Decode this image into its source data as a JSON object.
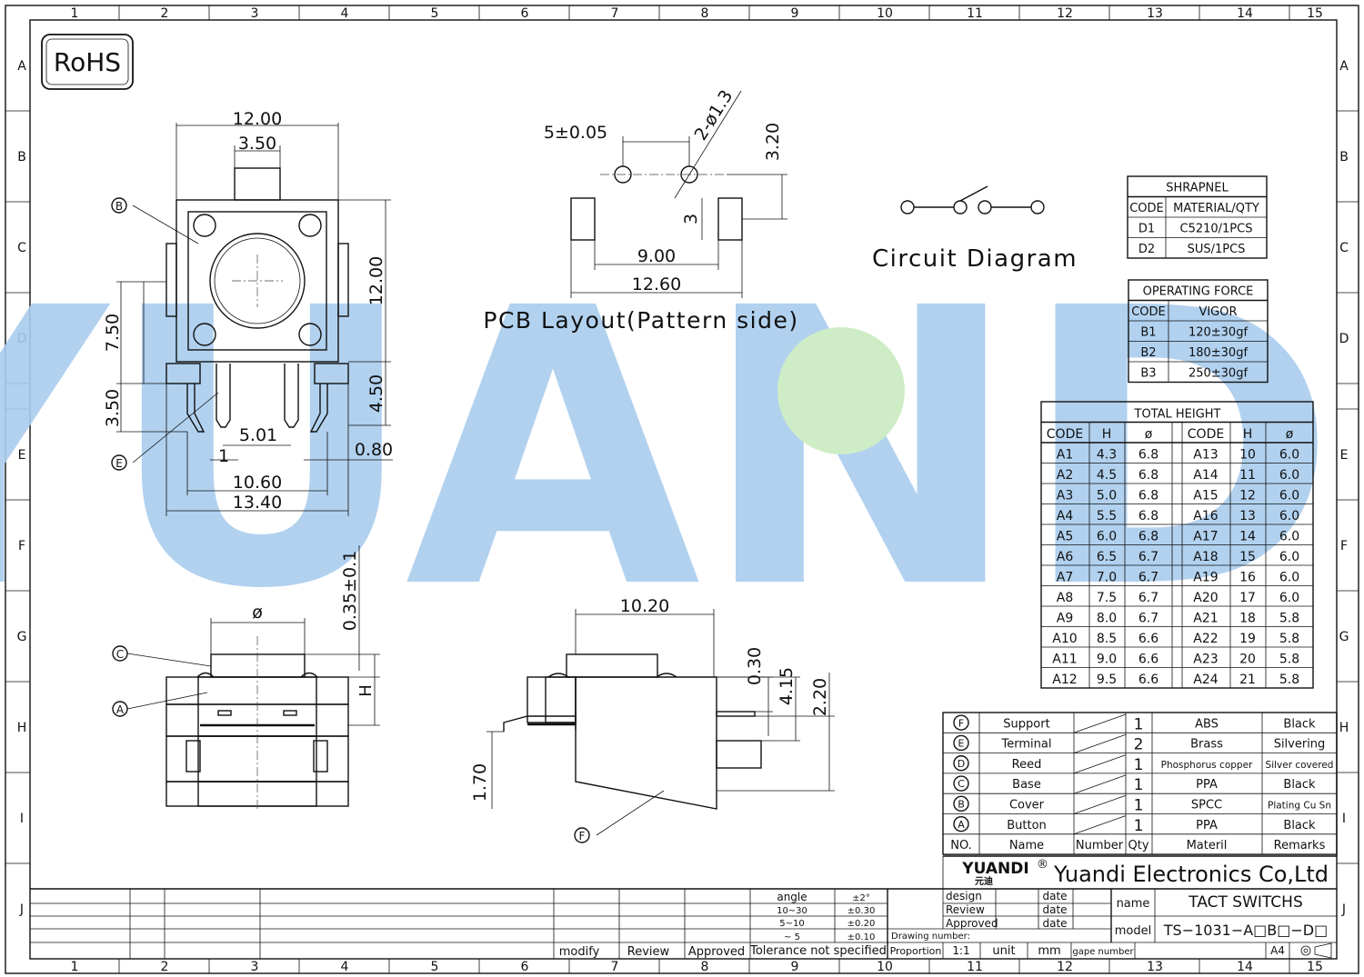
{
  "border": {
    "cols": [
      "1",
      "2",
      "3",
      "4",
      "5",
      "6",
      "7",
      "8",
      "9",
      "10",
      "11",
      "12",
      "13",
      "14",
      "15"
    ],
    "rows": [
      "A",
      "B",
      "C",
      "D",
      "E",
      "F",
      "G",
      "H",
      "I",
      "J"
    ]
  },
  "rohs": "RoHS",
  "watermark": "YUANDI",
  "watermark_color": "#4a9de0",
  "front_view": {
    "dims": [
      "12.00",
      "3.50",
      "12.00",
      "7.50",
      "4.50",
      "3.50",
      "5.01",
      "1",
      "0.80",
      "10.60",
      "13.40"
    ],
    "callouts": [
      "B",
      "E"
    ]
  },
  "pcb": {
    "title": "PCB Layout(Pattern side)",
    "dims": [
      "5±0.05",
      "2-ø1.3",
      "3.20",
      "3",
      "9.00",
      "12.60"
    ]
  },
  "circuit": {
    "title": "Circuit Diagram"
  },
  "shrapnel": {
    "title": "SHRAPNEL",
    "header": [
      "CODE",
      "MATERIAL/QTY"
    ],
    "rows": [
      [
        "D1",
        "C5210/1PCS"
      ],
      [
        "D2",
        "SUS/1PCS"
      ]
    ]
  },
  "force": {
    "title": "OPERATING FORCE",
    "header": [
      "CODE",
      "VIGOR"
    ],
    "rows": [
      [
        "B1",
        "120±30gf"
      ],
      [
        "B2",
        "180±30gf"
      ],
      [
        "B3",
        "250±30gf"
      ]
    ]
  },
  "height": {
    "title": "TOTAL HEIGHT",
    "header": [
      "CODE",
      "H",
      "ø",
      "CODE",
      "H",
      "ø"
    ],
    "rows": [
      [
        "A1",
        "4.3",
        "6.8",
        "A13",
        "10",
        "6.0"
      ],
      [
        "A2",
        "4.5",
        "6.8",
        "A14",
        "11",
        "6.0"
      ],
      [
        "A3",
        "5.0",
        "6.8",
        "A15",
        "12",
        "6.0"
      ],
      [
        "A4",
        "5.5",
        "6.8",
        "A16",
        "13",
        "6.0"
      ],
      [
        "A5",
        "6.0",
        "6.8",
        "A17",
        "14",
        "6.0"
      ],
      [
        "A6",
        "6.5",
        "6.7",
        "A18",
        "15",
        "6.0"
      ],
      [
        "A7",
        "7.0",
        "6.7",
        "A19",
        "16",
        "6.0"
      ],
      [
        "A8",
        "7.5",
        "6.7",
        "A20",
        "17",
        "6.0"
      ],
      [
        "A9",
        "8.0",
        "6.7",
        "A21",
        "18",
        "5.8"
      ],
      [
        "A10",
        "8.5",
        "6.6",
        "A22",
        "19",
        "5.8"
      ],
      [
        "A11",
        "9.0",
        "6.6",
        "A23",
        "20",
        "5.8"
      ],
      [
        "A12",
        "9.5",
        "6.6",
        "A24",
        "21",
        "5.8"
      ]
    ]
  },
  "side_view": {
    "dims": [
      "ø",
      "0.35±0.1",
      "H"
    ],
    "callouts": [
      "C",
      "A"
    ]
  },
  "profile_view": {
    "dims": [
      "10.20",
      "0.30",
      "4.15",
      "2.20",
      "1.70"
    ],
    "callouts": [
      "F"
    ]
  },
  "bom": {
    "rows": [
      [
        "F",
        "Support",
        "1",
        "ABS",
        "Black"
      ],
      [
        "E",
        "Terminal",
        "2",
        "Brass",
        "Silvering"
      ],
      [
        "D",
        "Reed",
        "1",
        "Phosphorus copper",
        "Silver covered"
      ],
      [
        "C",
        "Base",
        "1",
        "PPA",
        "Black"
      ],
      [
        "B",
        "Cover",
        "1",
        "SPCC",
        "Plating Cu Sn"
      ],
      [
        "A",
        "Button",
        "1",
        "PPA",
        "Black"
      ]
    ],
    "header": [
      "NO.",
      "Name",
      "Number",
      "Qty",
      "Materil",
      "Remarks"
    ]
  },
  "company": {
    "logo": "YUANDI",
    "logo_sub": "元迪",
    "registered": "®",
    "name": "Yuandi Electronics Co,Ltd"
  },
  "title_block": {
    "tolerance": [
      [
        "angle",
        "±2°"
      ],
      [
        "10~30",
        "±0.30"
      ],
      [
        "5~10",
        "±0.20"
      ],
      [
        "~ 5",
        "±0.10"
      ]
    ],
    "tolerance_label": "Tolerance  not  specified",
    "revision_labels": [
      "modify",
      "Review",
      "Approved"
    ],
    "signoff": [
      "design",
      "Review",
      "Approved"
    ],
    "date": "date",
    "drawing_number": "Drawing number:",
    "proportion": "Proportion",
    "scale": "1:1",
    "unit": "unit",
    "unit_value": "mm",
    "gape_number": "gape number",
    "paper": "A4",
    "name_label": "name",
    "name_value": "TACT  SWITCHS",
    "model_label": "model",
    "model_value": "TS−1031−A□B□−D□"
  }
}
